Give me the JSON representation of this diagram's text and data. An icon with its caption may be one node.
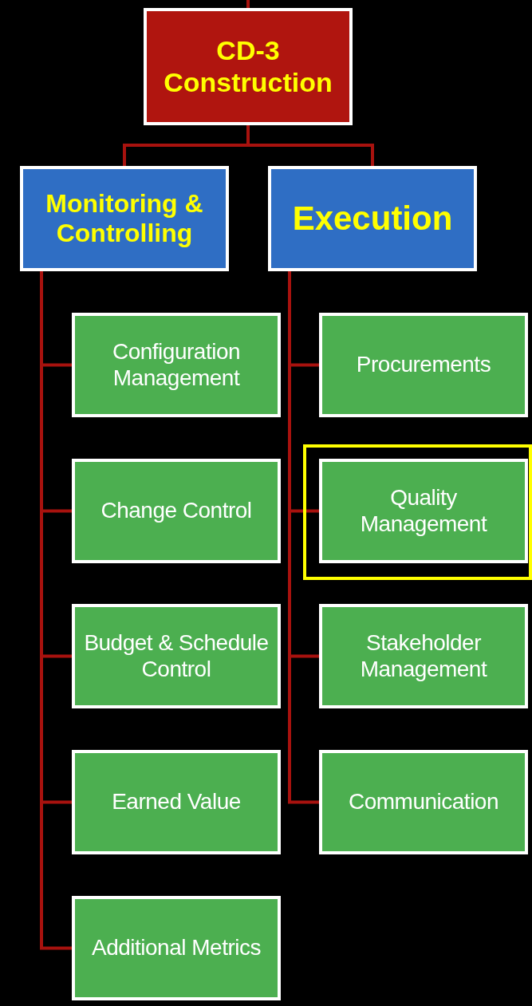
{
  "diagram": {
    "nodes": [
      {
        "text": [
          "CD-3 Construction"
        ]
      },
      {
        "text": [
          "Monitoring & Controlling"
        ]
      },
      {
        "text": [
          "Execution"
        ]
      },
      {
        "text": [
          "Configuration Management"
        ]
      },
      {
        "text": [
          "Change Control"
        ]
      },
      {
        "text": [
          "Budget & Schedule Control"
        ]
      },
      {
        "text": [
          "Earned Value"
        ]
      },
      {
        "text": [
          "Additional Metrics"
        ]
      },
      {
        "text": [
          "Procurements"
        ]
      },
      {
        "text": [],
        "shape": "box"
      },
      {
        "text": [
          "Quality Management"
        ],
        "in": 9
      },
      {
        "text": [
          "Stakeholder Management"
        ]
      },
      {
        "text": [
          "Communication"
        ]
      }
    ],
    "edges": [
      {
        "from": null,
        "to": 0,
        "arrow": "none"
      },
      {
        "from": 0,
        "to": 1,
        "arrow": "none"
      },
      {
        "from": 0,
        "to": 2,
        "arrow": "none"
      },
      {
        "from": 1,
        "to": 3,
        "arrow": "none"
      },
      {
        "from": 1,
        "to": 4,
        "arrow": "none"
      },
      {
        "from": 1,
        "to": 5,
        "arrow": "none"
      },
      {
        "from": 1,
        "to": 6,
        "arrow": "none"
      },
      {
        "from": 1,
        "to": 7,
        "arrow": "none"
      },
      {
        "from": 2,
        "to": 8,
        "arrow": "none"
      },
      {
        "from": 2,
        "to": 10,
        "arrow": "none"
      },
      {
        "from": 2,
        "to": 11,
        "arrow": "none"
      },
      {
        "from": 2,
        "to": 12,
        "arrow": "none"
      }
    ]
  }
}
